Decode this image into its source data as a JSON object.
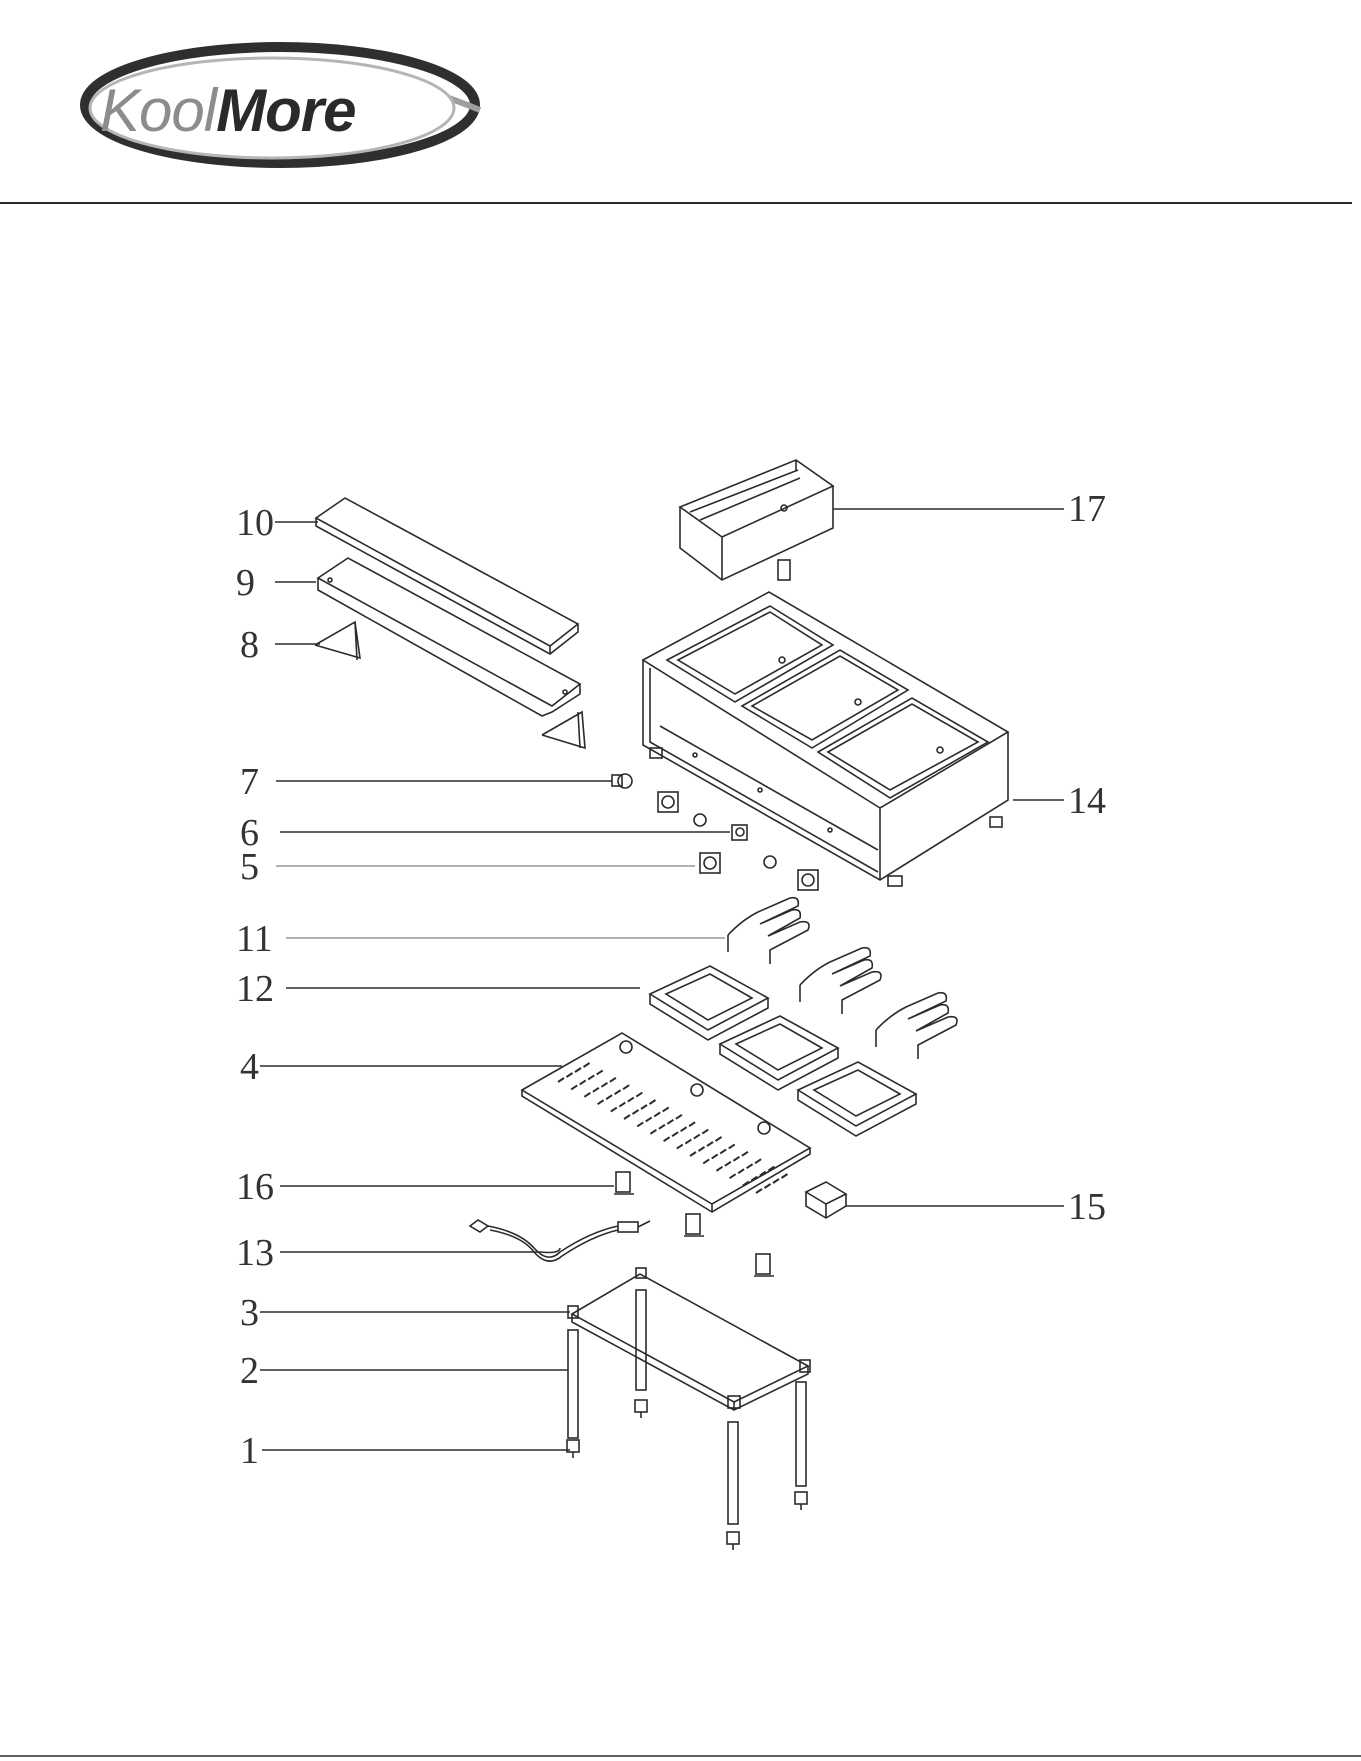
{
  "brand": {
    "name_part1": "Kool",
    "name_part2": "More"
  },
  "callouts": [
    {
      "id": "1",
      "label": "1"
    },
    {
      "id": "2",
      "label": "2"
    },
    {
      "id": "3",
      "label": "3"
    },
    {
      "id": "4",
      "label": "4"
    },
    {
      "id": "5",
      "label": "5"
    },
    {
      "id": "6",
      "label": "6"
    },
    {
      "id": "7",
      "label": "7"
    },
    {
      "id": "8",
      "label": "8"
    },
    {
      "id": "9",
      "label": "9"
    },
    {
      "id": "10",
      "label": "10"
    },
    {
      "id": "11",
      "label": "11"
    },
    {
      "id": "12",
      "label": "12"
    },
    {
      "id": "13",
      "label": "13"
    },
    {
      "id": "14",
      "label": "14"
    },
    {
      "id": "15",
      "label": "15"
    },
    {
      "id": "16",
      "label": "16"
    },
    {
      "id": "17",
      "label": "17"
    }
  ],
  "colors": {
    "line": "#2b2b2b",
    "logo_dark": "#2a2a2a",
    "logo_gray": "#9a9a9a"
  }
}
